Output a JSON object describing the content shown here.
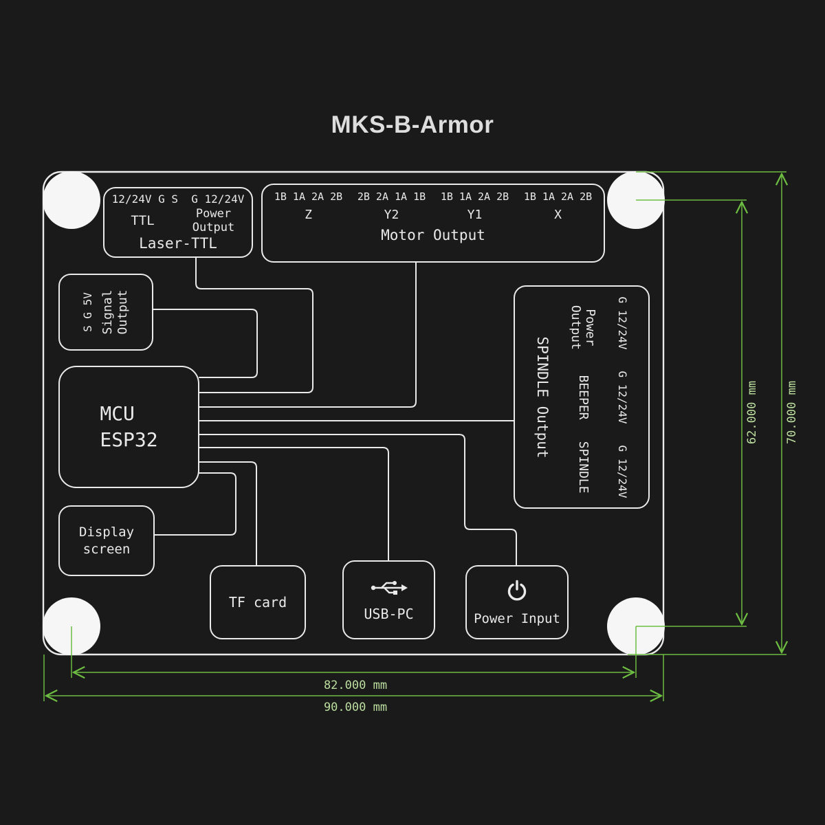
{
  "title": "MKS-B-Armor",
  "board": {
    "laser_ttl": {
      "pins": "12/24V G S  G 12/24V",
      "ttl": "TTL",
      "power": "Power\nOutput",
      "label": "Laser-TTL"
    },
    "motor": {
      "pin_groups": [
        "1B 1A 2A 2B",
        "2B 2A 1A 1B",
        "1B 1A 2A 2B",
        "1B 1A 2A 2B"
      ],
      "axes": [
        "Z",
        "Y2",
        "Y1",
        "X"
      ],
      "label": "Motor Output"
    },
    "signal": {
      "pins": "S G 5V",
      "label": "Signal\nOutput"
    },
    "mcu": {
      "line1": "MCU",
      "line2": "ESP32"
    },
    "display": {
      "label": "Display\nscreen"
    },
    "tf_card": {
      "label": "TF card"
    },
    "usb": {
      "label": "USB-PC"
    },
    "power_input": {
      "label": "Power Input"
    },
    "spindle": {
      "pins": [
        "G 12/24V",
        "G 12/24V",
        "G 12/24V"
      ],
      "power": "Power\nOutput",
      "beeper": "BEEPER",
      "spindle": "SPINDLE",
      "label": "SPINDLE Output"
    }
  },
  "dimensions": {
    "inner_width": "82.000 mm",
    "outer_width": "90.000 mm",
    "inner_height": "62.000 mm",
    "outer_height": "70.000 mm"
  },
  "colors": {
    "background": "#1a1a1a",
    "line": "#eaeaea",
    "dimension_line": "#6cbd41",
    "dimension_text": "#bcdf9f"
  }
}
